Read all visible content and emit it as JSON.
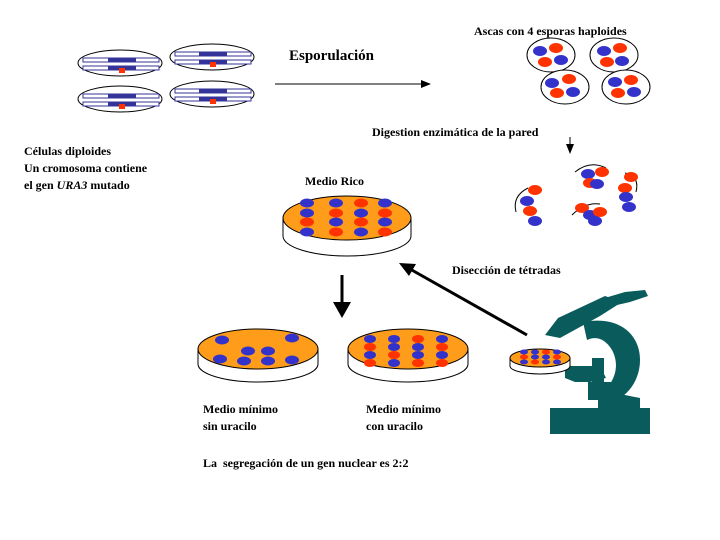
{
  "labels": {
    "esporulacion": "Esporulación",
    "ascas": "Ascas con 4 esporas haploides",
    "diploid_line1": "Células diploides",
    "diploid_line2": "Un cromosoma contiene",
    "diploid_line3_pre": "el gen ",
    "diploid_line3_gene": "URA3",
    "diploid_line3_post": " mutado",
    "digestion": "Digestion enzimática de la pared",
    "medio_rico": "Medio Rico",
    "diseccion": "Disección de tétradas",
    "minimo_sin_1": "Medio mínimo",
    "minimo_sin_2": "sin uracilo",
    "minimo_con_1": "Medio mínimo",
    "minimo_con_2": "con uracilo",
    "segregacion": "La  segregación de un gen nuclear es 2:2"
  },
  "colors": {
    "plate_fill": "#ff9c1a",
    "plate_rim": "#ffffff",
    "spore_blue": "#3333cc",
    "spore_red": "#ff3300",
    "chromosome_blue": "#33339a",
    "microscope": "#0a5c5c"
  }
}
